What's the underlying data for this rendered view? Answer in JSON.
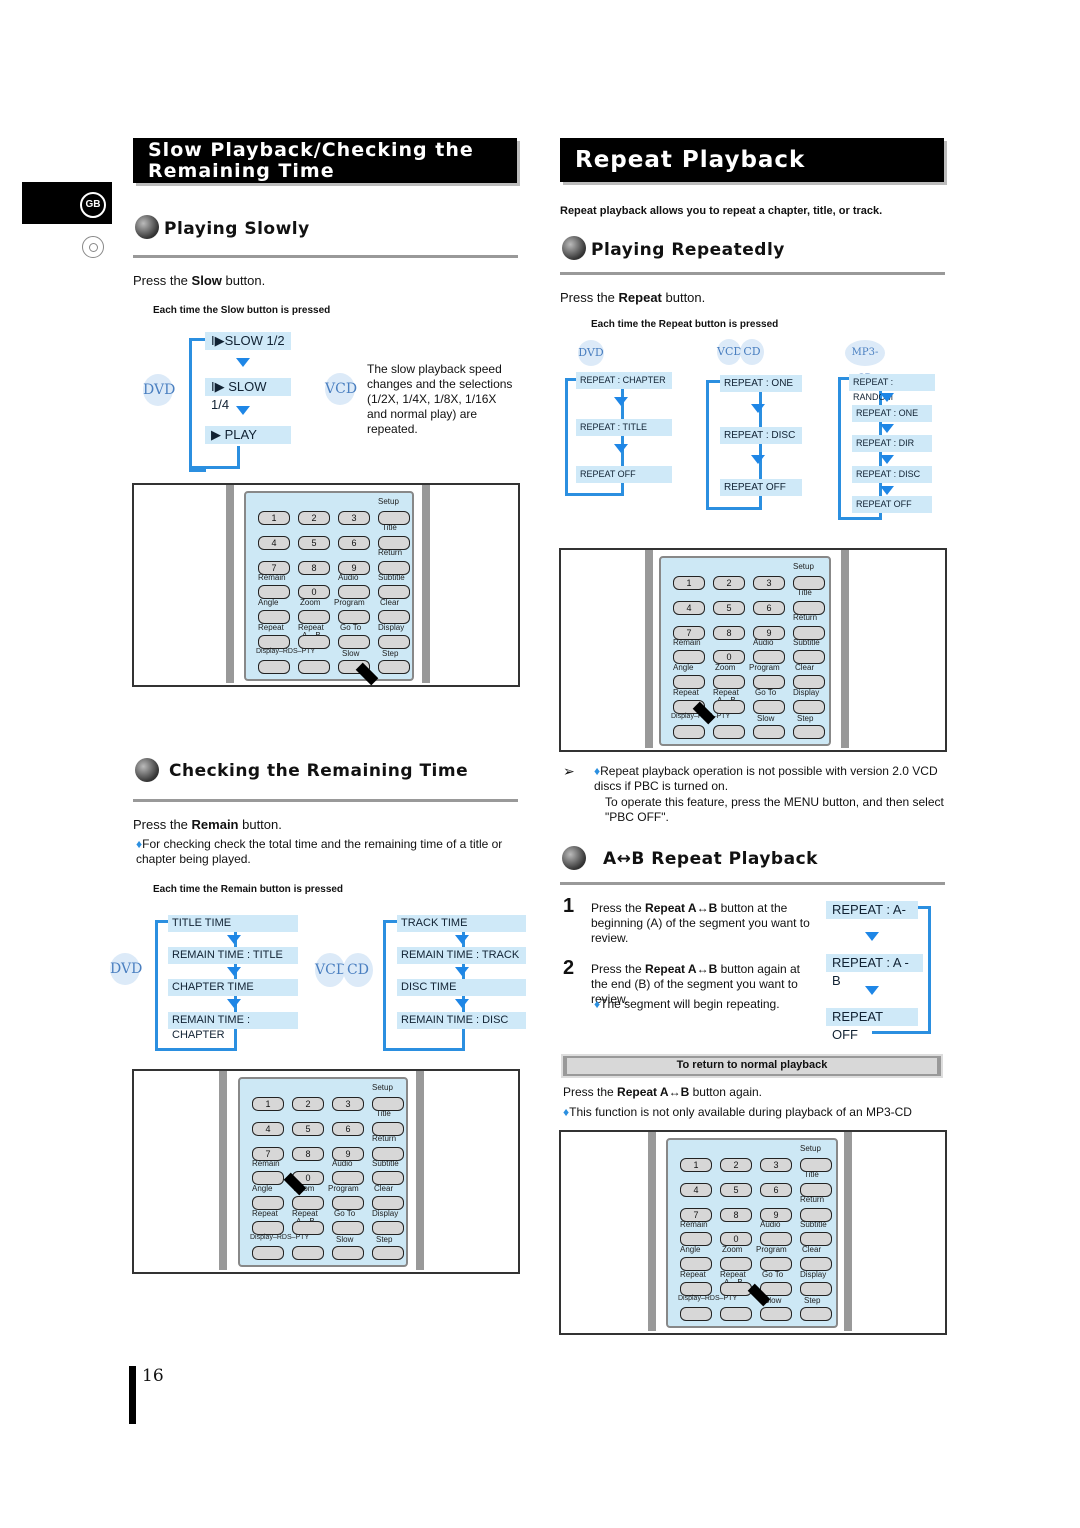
{
  "side_tab": {
    "gb": "GB"
  },
  "left": {
    "header": "Slow Playback/Checking the Remaining Time",
    "playing_slowly": {
      "title": "Playing Slowly",
      "press_prefix": "Press the ",
      "press_button": "Slow",
      "press_suffix": " button.",
      "each_time": "Each time the Slow button is pressed",
      "steps": [
        "SLOW 1/2",
        "SLOW 1/4",
        "PLAY"
      ],
      "dvd": "DVD",
      "vcd": "VCD",
      "note": "The slow playback speed changes and the selections (1/2X, 1/4X, 1/8X, 1/16X and normal play) are repeated."
    },
    "remaining": {
      "title": "Checking the Remaining Time",
      "press_prefix": "Press the ",
      "press_button": "Remain",
      "press_suffix": " button.",
      "note": "For checking check the total time and the remaining time of a title or chapter being played.",
      "each_time": "Each time the Remain button is pressed",
      "dvd_steps": [
        "TITLE TIME",
        "REMAIN TIME : TITLE",
        "CHAPTER TIME",
        "REMAIN TIME : CHAPTER"
      ],
      "vcd_steps": [
        "TRACK TIME",
        "REMAIN TIME : TRACK",
        "DISC TIME",
        "REMAIN TIME : DISC"
      ],
      "dvd": "DVD",
      "vcd": "VCD",
      "cd": "CD"
    }
  },
  "right": {
    "header": "Repeat Playback",
    "intro": "Repeat playback allows you to repeat a chapter, title, or track.",
    "playing_repeatedly": {
      "title": "Playing Repeatedly",
      "press_prefix": "Press the ",
      "press_button": "Repeat",
      "press_suffix": " button.",
      "each_time": "Each time the Repeat button is pressed",
      "dvd": "DVD",
      "vcd": "VCD",
      "cd": "CD",
      "mp3": "MP3-CD",
      "dvd_steps": [
        "REPEAT : CHAPTER",
        "REPEAT : TITLE",
        "REPEAT OFF"
      ],
      "vcd_steps": [
        "REPEAT : ONE",
        "REPEAT : DISC",
        "REPEAT OFF"
      ],
      "mp3_steps": [
        "REPEAT : RANDOM",
        "REPEAT : ONE",
        "REPEAT : DIR",
        "REPEAT : DISC",
        "REPEAT OFF"
      ],
      "note1": "Repeat playback operation is not possible with version 2.0 VCD discs if PBC is turned on.",
      "note2": "To operate this feature, press the MENU button, and then select \"PBC OFF\"."
    },
    "ab": {
      "title": "A↔B Repeat Playback",
      "step1_num": "1",
      "step1_prefix": "Press the ",
      "step1_button": "Repeat A↔B",
      "step1_suffix": " button at the beginning (A) of the segment you want to review.",
      "step2_num": "2",
      "step2_prefix": "Press the ",
      "step2_button": "Repeat A↔B",
      "step2_suffix": " button again at the end (B) of the segment you want to review.",
      "step2_note": "The segment will begin repeating.",
      "flow": [
        "REPEAT : A-",
        "REPEAT : A - B",
        "REPEAT OFF"
      ],
      "return_title": "To return to normal playback",
      "return_prefix": "Press the ",
      "return_button": "Repeat A↔B",
      "return_suffix": " button again.",
      "return_note": "This function is not only available during playback of an MP3-CD"
    }
  },
  "remote": {
    "setup": "Setup",
    "title": "Title",
    "return": "Return",
    "remain": "Remain",
    "audio": "Audio",
    "subtitle": "Subtitle",
    "angle": "Angle",
    "zoom": "Zoom",
    "program": "Program",
    "clear": "Clear",
    "repeat": "Repeat",
    "repeat2": "Repeat",
    "goto": "Go To",
    "display": "Display",
    "ab": "A↔B",
    "display_rds": "Display–RDS–PTY",
    "slow": "Slow",
    "step": "Step",
    "k1": "1",
    "k2": "2",
    "k3": "3",
    "k4": "4",
    "k5": "5",
    "k6": "6",
    "k7": "7",
    "k8": "8",
    "k9": "9",
    "k0": "0"
  },
  "page_number": "16"
}
